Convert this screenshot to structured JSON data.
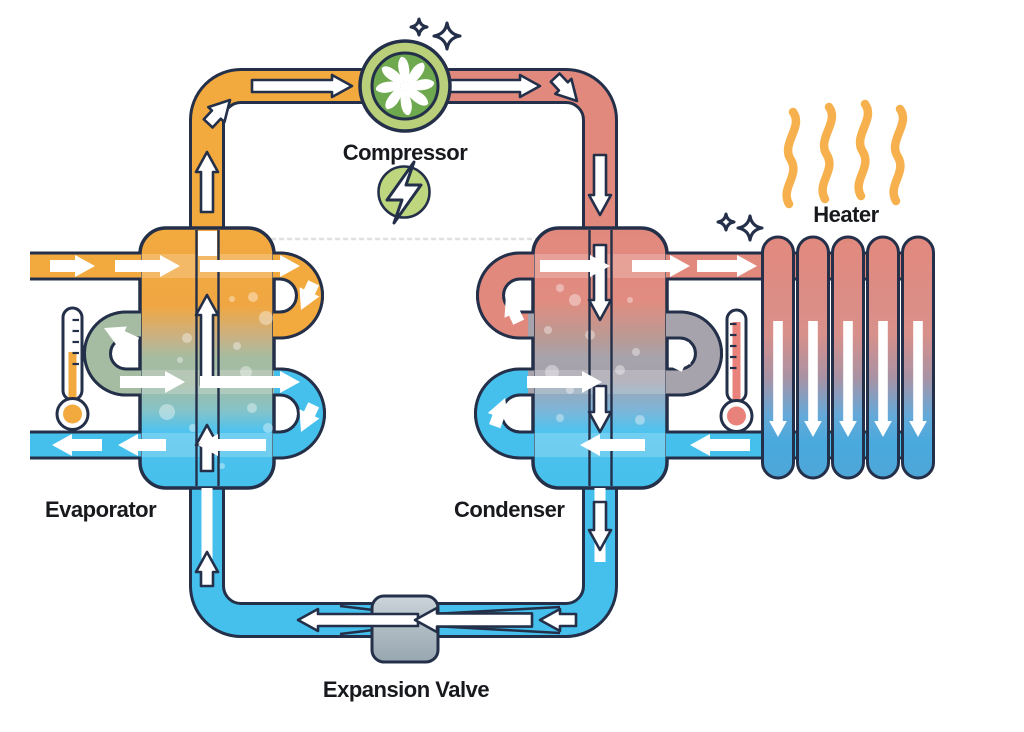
{
  "diagram": {
    "type": "heat-pump-refrigeration-cycle",
    "labels": {
      "compressor": "Compressor",
      "evaporator": "Evaporator",
      "condenser": "Condenser",
      "expansion_valve": "Expansion Valve",
      "heater": "Heater"
    },
    "components": [
      {
        "name": "compressor",
        "label": "Compressor",
        "icon": "fan-icon"
      },
      {
        "name": "compressor-power",
        "label": "",
        "icon": "lightning-bolt-icon"
      },
      {
        "name": "evaporator",
        "label": "Evaporator",
        "icon": "tank-icon"
      },
      {
        "name": "condenser",
        "label": "Condenser",
        "icon": "tank-icon"
      },
      {
        "name": "expansion-valve",
        "label": "Expansion Valve",
        "icon": "valve-icon"
      },
      {
        "name": "heater",
        "label": "Heater",
        "icon": "radiator-icon"
      },
      {
        "name": "evaporator-thermometer",
        "label": "",
        "icon": "thermometer-icon"
      },
      {
        "name": "condenser-thermometer",
        "label": "",
        "icon": "thermometer-icon"
      },
      {
        "name": "heat-output",
        "label": "",
        "icon": "heat-wave-icon"
      },
      {
        "name": "compression-sparkles",
        "label": "",
        "icon": "sparkle-icon"
      }
    ],
    "colors": {
      "outline": "#243049",
      "hot_pipe": "#E2897E",
      "warm_pipe": "#F2A93E",
      "cold_pipe": "#45C0EC",
      "coolant_green": "#A5BCA2",
      "coolant_gray": "#A7A3AC",
      "compressor_disc": "#6EA84F",
      "compressor_ring": "#B9CF7A",
      "energy_green": "#BED77F",
      "heat_wave": "#F6B14E",
      "valve_gray": "#AEBAC2",
      "thermometer_cold_fill": "#F2A93E",
      "thermometer_hot_fill": "#E8827A"
    }
  }
}
